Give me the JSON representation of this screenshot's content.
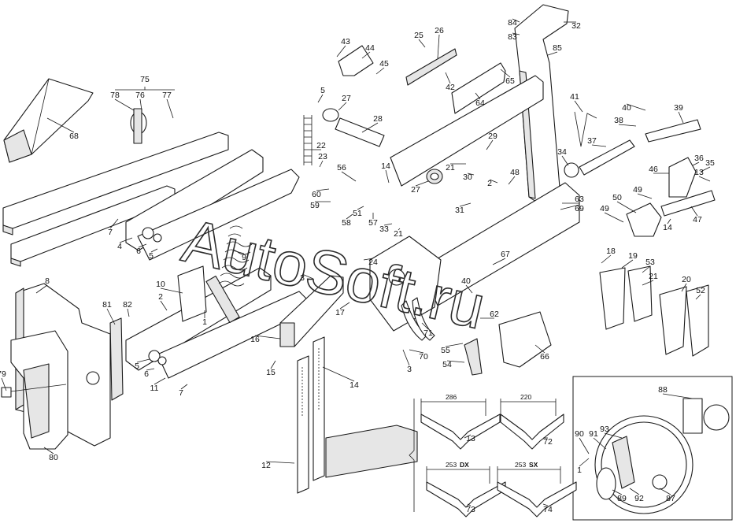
{
  "watermark": "AutoSoft.ru",
  "dimensions": {
    "d286": "286",
    "d220": "220",
    "d253dx_num": "253",
    "d253dx_suf": "DX",
    "d253sx_num": "253",
    "d253sx_suf": "SX"
  },
  "labels": [
    {
      "id": "p84",
      "text": "84"
    },
    {
      "id": "p32",
      "text": "32"
    },
    {
      "id": "p83",
      "text": "83"
    },
    {
      "id": "p85",
      "text": "85"
    },
    {
      "id": "p25",
      "text": "25"
    },
    {
      "id": "p26",
      "text": "26"
    },
    {
      "id": "p43",
      "text": "43"
    },
    {
      "id": "p44",
      "text": "44"
    },
    {
      "id": "p45",
      "text": "45"
    },
    {
      "id": "p42",
      "text": "42"
    },
    {
      "id": "p65",
      "text": "65"
    },
    {
      "id": "p64",
      "text": "64"
    },
    {
      "id": "p75",
      "text": "75"
    },
    {
      "id": "p78",
      "text": "78"
    },
    {
      "id": "p76",
      "text": "76"
    },
    {
      "id": "p77",
      "text": "77"
    },
    {
      "id": "p68",
      "text": "68"
    },
    {
      "id": "p5a",
      "text": "5"
    },
    {
      "id": "p27a",
      "text": "27"
    },
    {
      "id": "p28",
      "text": "28"
    },
    {
      "id": "p41",
      "text": "41"
    },
    {
      "id": "p40a",
      "text": "40"
    },
    {
      "id": "p39",
      "text": "39"
    },
    {
      "id": "p38",
      "text": "38"
    },
    {
      "id": "p37",
      "text": "37"
    },
    {
      "id": "p34",
      "text": "34"
    },
    {
      "id": "p29",
      "text": "29"
    },
    {
      "id": "p22",
      "text": "22"
    },
    {
      "id": "p23",
      "text": "23"
    },
    {
      "id": "p21a",
      "text": "21"
    },
    {
      "id": "p30",
      "text": "30"
    },
    {
      "id": "p2a",
      "text": "2"
    },
    {
      "id": "p48",
      "text": "48"
    },
    {
      "id": "p36",
      "text": "36"
    },
    {
      "id": "p35",
      "text": "35"
    },
    {
      "id": "p46",
      "text": "46"
    },
    {
      "id": "p13b",
      "text": "13"
    },
    {
      "id": "p14a",
      "text": "14"
    },
    {
      "id": "p56",
      "text": "56"
    },
    {
      "id": "p27b",
      "text": "27"
    },
    {
      "id": "p60",
      "text": "60"
    },
    {
      "id": "p59",
      "text": "59"
    },
    {
      "id": "p51",
      "text": "51"
    },
    {
      "id": "p57",
      "text": "57"
    },
    {
      "id": "p63",
      "text": "63"
    },
    {
      "id": "p69",
      "text": "69"
    },
    {
      "id": "p50",
      "text": "50"
    },
    {
      "id": "p49a",
      "text": "49"
    },
    {
      "id": "p49b",
      "text": "49"
    },
    {
      "id": "p14b",
      "text": "14"
    },
    {
      "id": "p47",
      "text": "47"
    },
    {
      "id": "p31",
      "text": "31"
    },
    {
      "id": "p58",
      "text": "58"
    },
    {
      "id": "p33",
      "text": "33"
    },
    {
      "id": "p21b",
      "text": "21"
    },
    {
      "id": "p7a",
      "text": "7"
    },
    {
      "id": "p4",
      "text": "4"
    },
    {
      "id": "p6a",
      "text": "6"
    },
    {
      "id": "p5b",
      "text": "5"
    },
    {
      "id": "p9",
      "text": "9"
    },
    {
      "id": "p24",
      "text": "24"
    },
    {
      "id": "p18",
      "text": "18"
    },
    {
      "id": "p19",
      "text": "19"
    },
    {
      "id": "p53",
      "text": "53"
    },
    {
      "id": "p21c",
      "text": "21"
    },
    {
      "id": "p20",
      "text": "20"
    },
    {
      "id": "p52",
      "text": "52"
    },
    {
      "id": "p67",
      "text": "67"
    },
    {
      "id": "p8",
      "text": "8"
    },
    {
      "id": "p10",
      "text": "10"
    },
    {
      "id": "p2b",
      "text": "2"
    },
    {
      "id": "p1a",
      "text": "1"
    },
    {
      "id": "p3a",
      "text": "3"
    },
    {
      "id": "p40b",
      "text": "40"
    },
    {
      "id": "p62",
      "text": "62"
    },
    {
      "id": "p81",
      "text": "81"
    },
    {
      "id": "p82",
      "text": "82"
    },
    {
      "id": "p17",
      "text": "17"
    },
    {
      "id": "p71",
      "text": "71"
    },
    {
      "id": "p55",
      "text": "55"
    },
    {
      "id": "p70",
      "text": "70"
    },
    {
      "id": "p66",
      "text": "66"
    },
    {
      "id": "p16",
      "text": "16"
    },
    {
      "id": "p3b",
      "text": "3"
    },
    {
      "id": "p54",
      "text": "54"
    },
    {
      "id": "p5c",
      "text": "5"
    },
    {
      "id": "p6b",
      "text": "6"
    },
    {
      "id": "p11",
      "text": "11"
    },
    {
      "id": "p7b",
      "text": "7"
    },
    {
      "id": "p15",
      "text": "15"
    },
    {
      "id": "p14c",
      "text": "14"
    },
    {
      "id": "p79",
      "text": "79"
    },
    {
      "id": "p80",
      "text": "80"
    },
    {
      "id": "p12",
      "text": "12"
    },
    {
      "id": "p13a",
      "text": "13"
    },
    {
      "id": "p72",
      "text": "72"
    },
    {
      "id": "p73",
      "text": "73"
    },
    {
      "id": "p74",
      "text": "74"
    },
    {
      "id": "p88",
      "text": "88"
    },
    {
      "id": "p93",
      "text": "93"
    },
    {
      "id": "p90",
      "text": "90"
    },
    {
      "id": "p91",
      "text": "91"
    },
    {
      "id": "p1b",
      "text": "1"
    },
    {
      "id": "p89",
      "text": "89"
    },
    {
      "id": "p92",
      "text": "92"
    },
    {
      "id": "p87",
      "text": "87"
    }
  ]
}
